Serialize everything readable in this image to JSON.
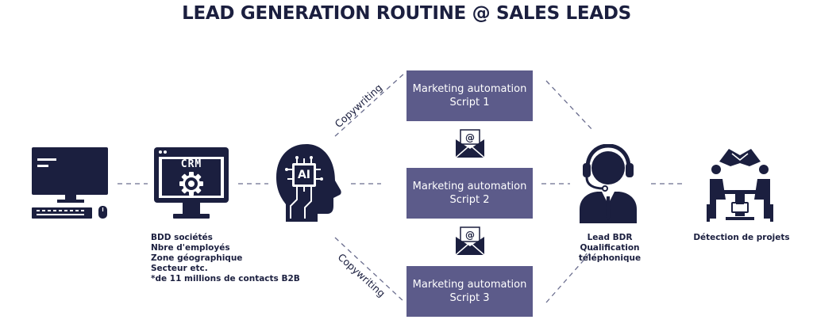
{
  "title": "LEAD GENERATION ROUTINE @ SALES LEADS",
  "icons": {
    "computer": "desktop-computer-icon",
    "crm": "crm-monitor-icon",
    "ai": "ai-head-icon",
    "email": "email-envelope-icon",
    "bdr": "headset-agent-icon",
    "meeting": "handshake-meeting-icon"
  },
  "crm": {
    "screen_text": "CRM",
    "details": [
      "BDD sociétés",
      "Nbre d'employés",
      "Zone géographique",
      "Secteur etc.",
      "*de 11 millions de contacts B2B"
    ]
  },
  "ai": {
    "text": "AI"
  },
  "scripts": [
    {
      "line1": "Marketing automation",
      "line2": "Script 1"
    },
    {
      "line1": "Marketing automation",
      "line2": "Script 2"
    },
    {
      "line1": "Marketing automation",
      "line2": "Script 3"
    }
  ],
  "copywriting": [
    "Copywriting",
    "Copywriting"
  ],
  "bdr": {
    "line1": "Lead BDR",
    "line2": "Qualification téléphonique"
  },
  "detection": "Détection de projets",
  "colors": {
    "navy": "#1b1f3f",
    "box": "#5c5b8a",
    "line": "#6a6d8e"
  }
}
